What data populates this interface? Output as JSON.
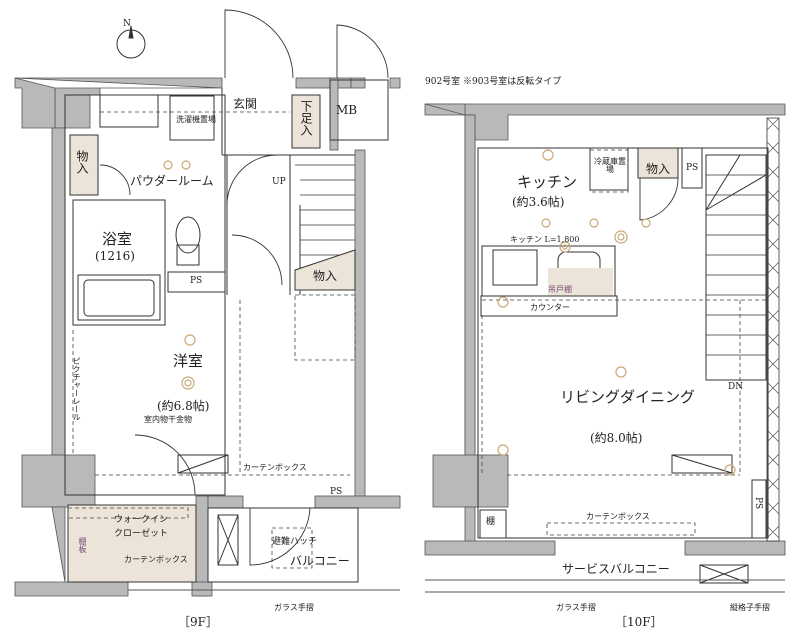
{
  "compass": {
    "label": "N"
  },
  "unit_note": "902号室 ※903号室は反転タイプ",
  "floor_9f": {
    "floor_label": "［9F］",
    "rooms": {
      "entrance": "玄関",
      "shoe_storage": "下足入",
      "meter_box": "MB",
      "washer": "洗濯機置場",
      "storage_left": "物入",
      "powder_room": "パウダールーム",
      "up": "UP",
      "bath": "浴室",
      "bath_size": "(1216)",
      "ps": "PS",
      "storage_stairs": "物入",
      "western_room": "洋室",
      "western_size": "(約6.8帖)",
      "picture_rail": "ピクチャーレール",
      "drying_hardware": "室内物干金物",
      "curtain_box": "カーテンボックス",
      "ps2": "PS",
      "walkin_closet_1": "ウォークイン",
      "walkin_closet_2": "クローゼット",
      "shelf": "棚板",
      "curtain_box2": "カーテンボックス",
      "evac_hatch": "避難ハッチ",
      "balcony": "バルコニー",
      "glass_rail": "ガラス手摺"
    }
  },
  "floor_10f": {
    "floor_label": "［10F］",
    "rooms": {
      "kitchen": "キッチン",
      "kitchen_size": "(約3.6帖)",
      "fridge": "冷蔵庫置場",
      "storage": "物入",
      "ps": "PS",
      "kitchen_length": "キッチン L=1,800",
      "hanging_cabinet": "吊戸棚",
      "counter": "カウンター",
      "living": "リビングダイニング",
      "living_size": "(約8.0帖)",
      "dn": "DN",
      "shelf": "棚",
      "curtain_box": "カーテンボックス",
      "ps2": "PS",
      "service_balcony": "サービスバルコニー",
      "glass_rail": "ガラス手摺",
      "lattice_rail": "縦格子手摺"
    }
  },
  "colors": {
    "wall": "#b9b9b9",
    "storage_fill": "#ece4d8",
    "fixture": "#c8a878",
    "line": "#333333"
  }
}
